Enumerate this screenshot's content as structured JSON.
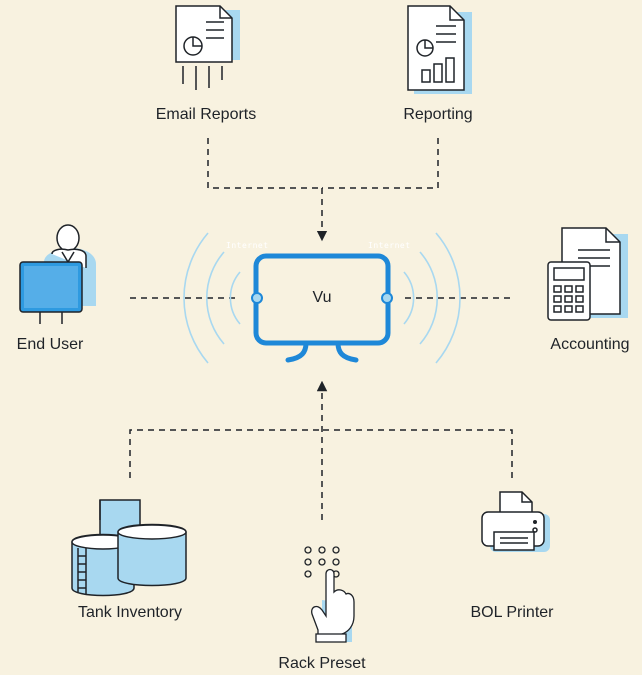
{
  "nodes": {
    "email_reports": {
      "label": "Email Reports",
      "icon": "email-report-icon"
    },
    "reporting": {
      "label": "Reporting",
      "icon": "report-document-icon"
    },
    "end_user": {
      "label": "End User",
      "icon": "user-computer-icon"
    },
    "vu": {
      "label": "Vu",
      "icon": "monitor-icon"
    },
    "accounting": {
      "label": "Accounting",
      "icon": "calculator-document-icon"
    },
    "tank_inventory": {
      "label": "Tank Inventory",
      "icon": "storage-tank-icon"
    },
    "rack_preset": {
      "label": "Rack Preset",
      "icon": "keypad-hand-icon"
    },
    "bol_printer": {
      "label": "BOL Printer",
      "icon": "printer-icon"
    }
  },
  "internet_labels": [
    "Internet",
    "Internet"
  ],
  "colors": {
    "background": "#f8f2e0",
    "accent_blue": "#1e88d8",
    "light_blue": "#a8d8f0",
    "line": "#1f2328"
  }
}
